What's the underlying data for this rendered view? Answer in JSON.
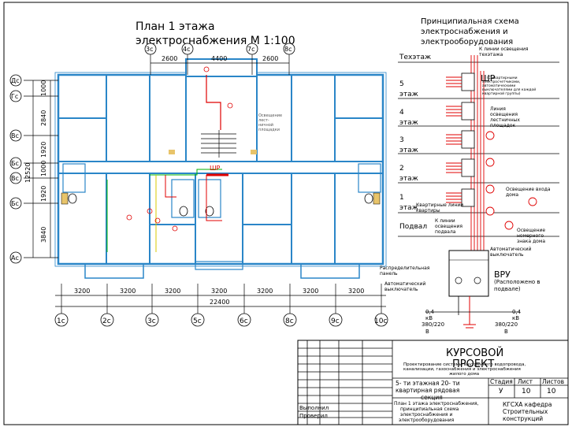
{
  "plan": {
    "title_line1": "План 1  этажа",
    "title_line2": "электроснабжения  М 1:100",
    "top_axes": [
      "3с",
      "4с",
      "7с",
      "8с"
    ],
    "top_dims": [
      "2600",
      "4400",
      "2600"
    ],
    "left_axes": [
      "Дс",
      "Гс",
      "Вс",
      "Бс",
      "Вс",
      "Бс",
      "Ас"
    ],
    "left_dims": [
      "1000",
      "2840",
      "1920",
      "1000",
      "1920",
      "3840"
    ],
    "left_total": "12520",
    "bottom_axes": [
      "1с",
      "2с",
      "3с",
      "5с",
      "6с",
      "8с",
      "9с",
      "10с"
    ],
    "bottom_dims": [
      "3200",
      "3200",
      "3200",
      "3200",
      "3200",
      "3200",
      "3200"
    ],
    "bottom_total": "22400",
    "label_shr": "ШР",
    "note_stair": "Освещение\nлест-\nничной\nплощадки",
    "note_entrance": "Освещение\nвход в дом"
  },
  "schema": {
    "title_line1": "Принципиальная схема",
    "title_line2": "электроснабжения  и",
    "title_line3": "электрооборудования",
    "floors": [
      "Техэтаж",
      "5\nэтаж",
      "4\nэтаж",
      "3\nэтаж",
      "2\nэтаж",
      "1\nэтаж",
      "Подвал"
    ],
    "label_tech_light": "К линии освещения\nтехэтажа",
    "label_shr": "ШР",
    "label_shr_note": "(С квартирными\nэлектросчетчиками,\nавтоматическими\nвыключателями для каждой\nквартирной группы)",
    "label_landing": "Линия\nосвещения\nлестничных\nплощадок",
    "label_entrance": "Освещение входа\nдома",
    "label_apt_lines": "Квартирные линии\nквартиры",
    "label_basement_light": "К линии\nосвещения\nподвала",
    "label_number_light": "Освещение\nномерного\nзнака дома",
    "label_auto_switch": "Автоматический\nвыключатель",
    "label_panel": "Распределительная\nпанель",
    "label_auto_switch2": "Автоматический\nвыключатель",
    "label_vru": "ВРУ",
    "label_vru_note": "(Расположено в\nподвале)",
    "input_left": [
      "0,4",
      "кВ",
      "380/220",
      "В"
    ],
    "input_right": [
      "0,4",
      "кВ",
      "380/220",
      "В"
    ]
  },
  "title_block": {
    "name_line1": "КУРСОВОЙ",
    "name_line2": "ПРОЕКТ",
    "project": "Проектирование системы внутреннего водопровода,\nканализации, газоснабжения и электроснабжения\nжилого дома",
    "building": "5- ти этажная 20- ти\nквартирная рядовая\nсекция",
    "sheet_desc": "План 1 этажа электроснабжения,\nпринципиальная схема\nэлектроснабжения и\nэлектрооборудования",
    "col_stage": "Стадия",
    "col_sheet": "Лист",
    "col_sheets": "Листов",
    "val_stage": "У",
    "val_sheet": "10",
    "val_sheets": "10",
    "org": "КГСХА кафедра\nСтроительных\nконструкций",
    "role_done": "Выполнил",
    "role_checked": "Проверил"
  }
}
